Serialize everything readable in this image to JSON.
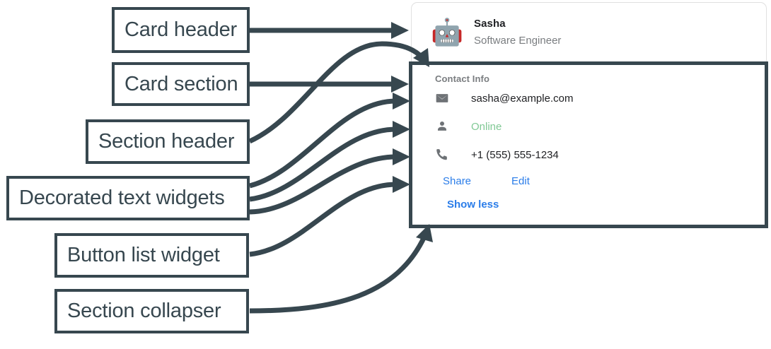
{
  "annotations": [
    {
      "id": "card-header",
      "label": "Card header"
    },
    {
      "id": "card-section",
      "label": "Card section"
    },
    {
      "id": "section-header",
      "label": "Section header"
    },
    {
      "id": "decorated-text",
      "label": "Decorated text widgets"
    },
    {
      "id": "button-list",
      "label": "Button list widget"
    },
    {
      "id": "collapser",
      "label": "Section collapser"
    }
  ],
  "callouts": {
    "card_header": "Card header",
    "card_section": "Card section",
    "section_header": "Section header",
    "decorated_text": "Decorated text widgets",
    "button_list": "Button list widget",
    "section_collapser": "Section collapser"
  },
  "card": {
    "header": {
      "avatar_icon": "robot-icon",
      "avatar_glyph": "🤖",
      "title": "Sasha",
      "subtitle": "Software Engineer"
    },
    "section": {
      "header": "Contact Info",
      "widgets": [
        {
          "icon": "email-icon",
          "text": "sasha@example.com",
          "state": "default"
        },
        {
          "icon": "person-icon",
          "text": "Online",
          "state": "online"
        },
        {
          "icon": "phone-icon",
          "text": "+1 (555) 555-1234",
          "state": "default"
        }
      ],
      "buttons": [
        {
          "label": "Share"
        },
        {
          "label": "Edit"
        }
      ],
      "collapser": {
        "label": "Show less"
      }
    }
  },
  "colors": {
    "annotation": "#37474f",
    "link": "#2b7de9",
    "online": "#81c995",
    "muted": "#7a7d80",
    "text": "#202124",
    "card_border": "#e0e0e0"
  }
}
